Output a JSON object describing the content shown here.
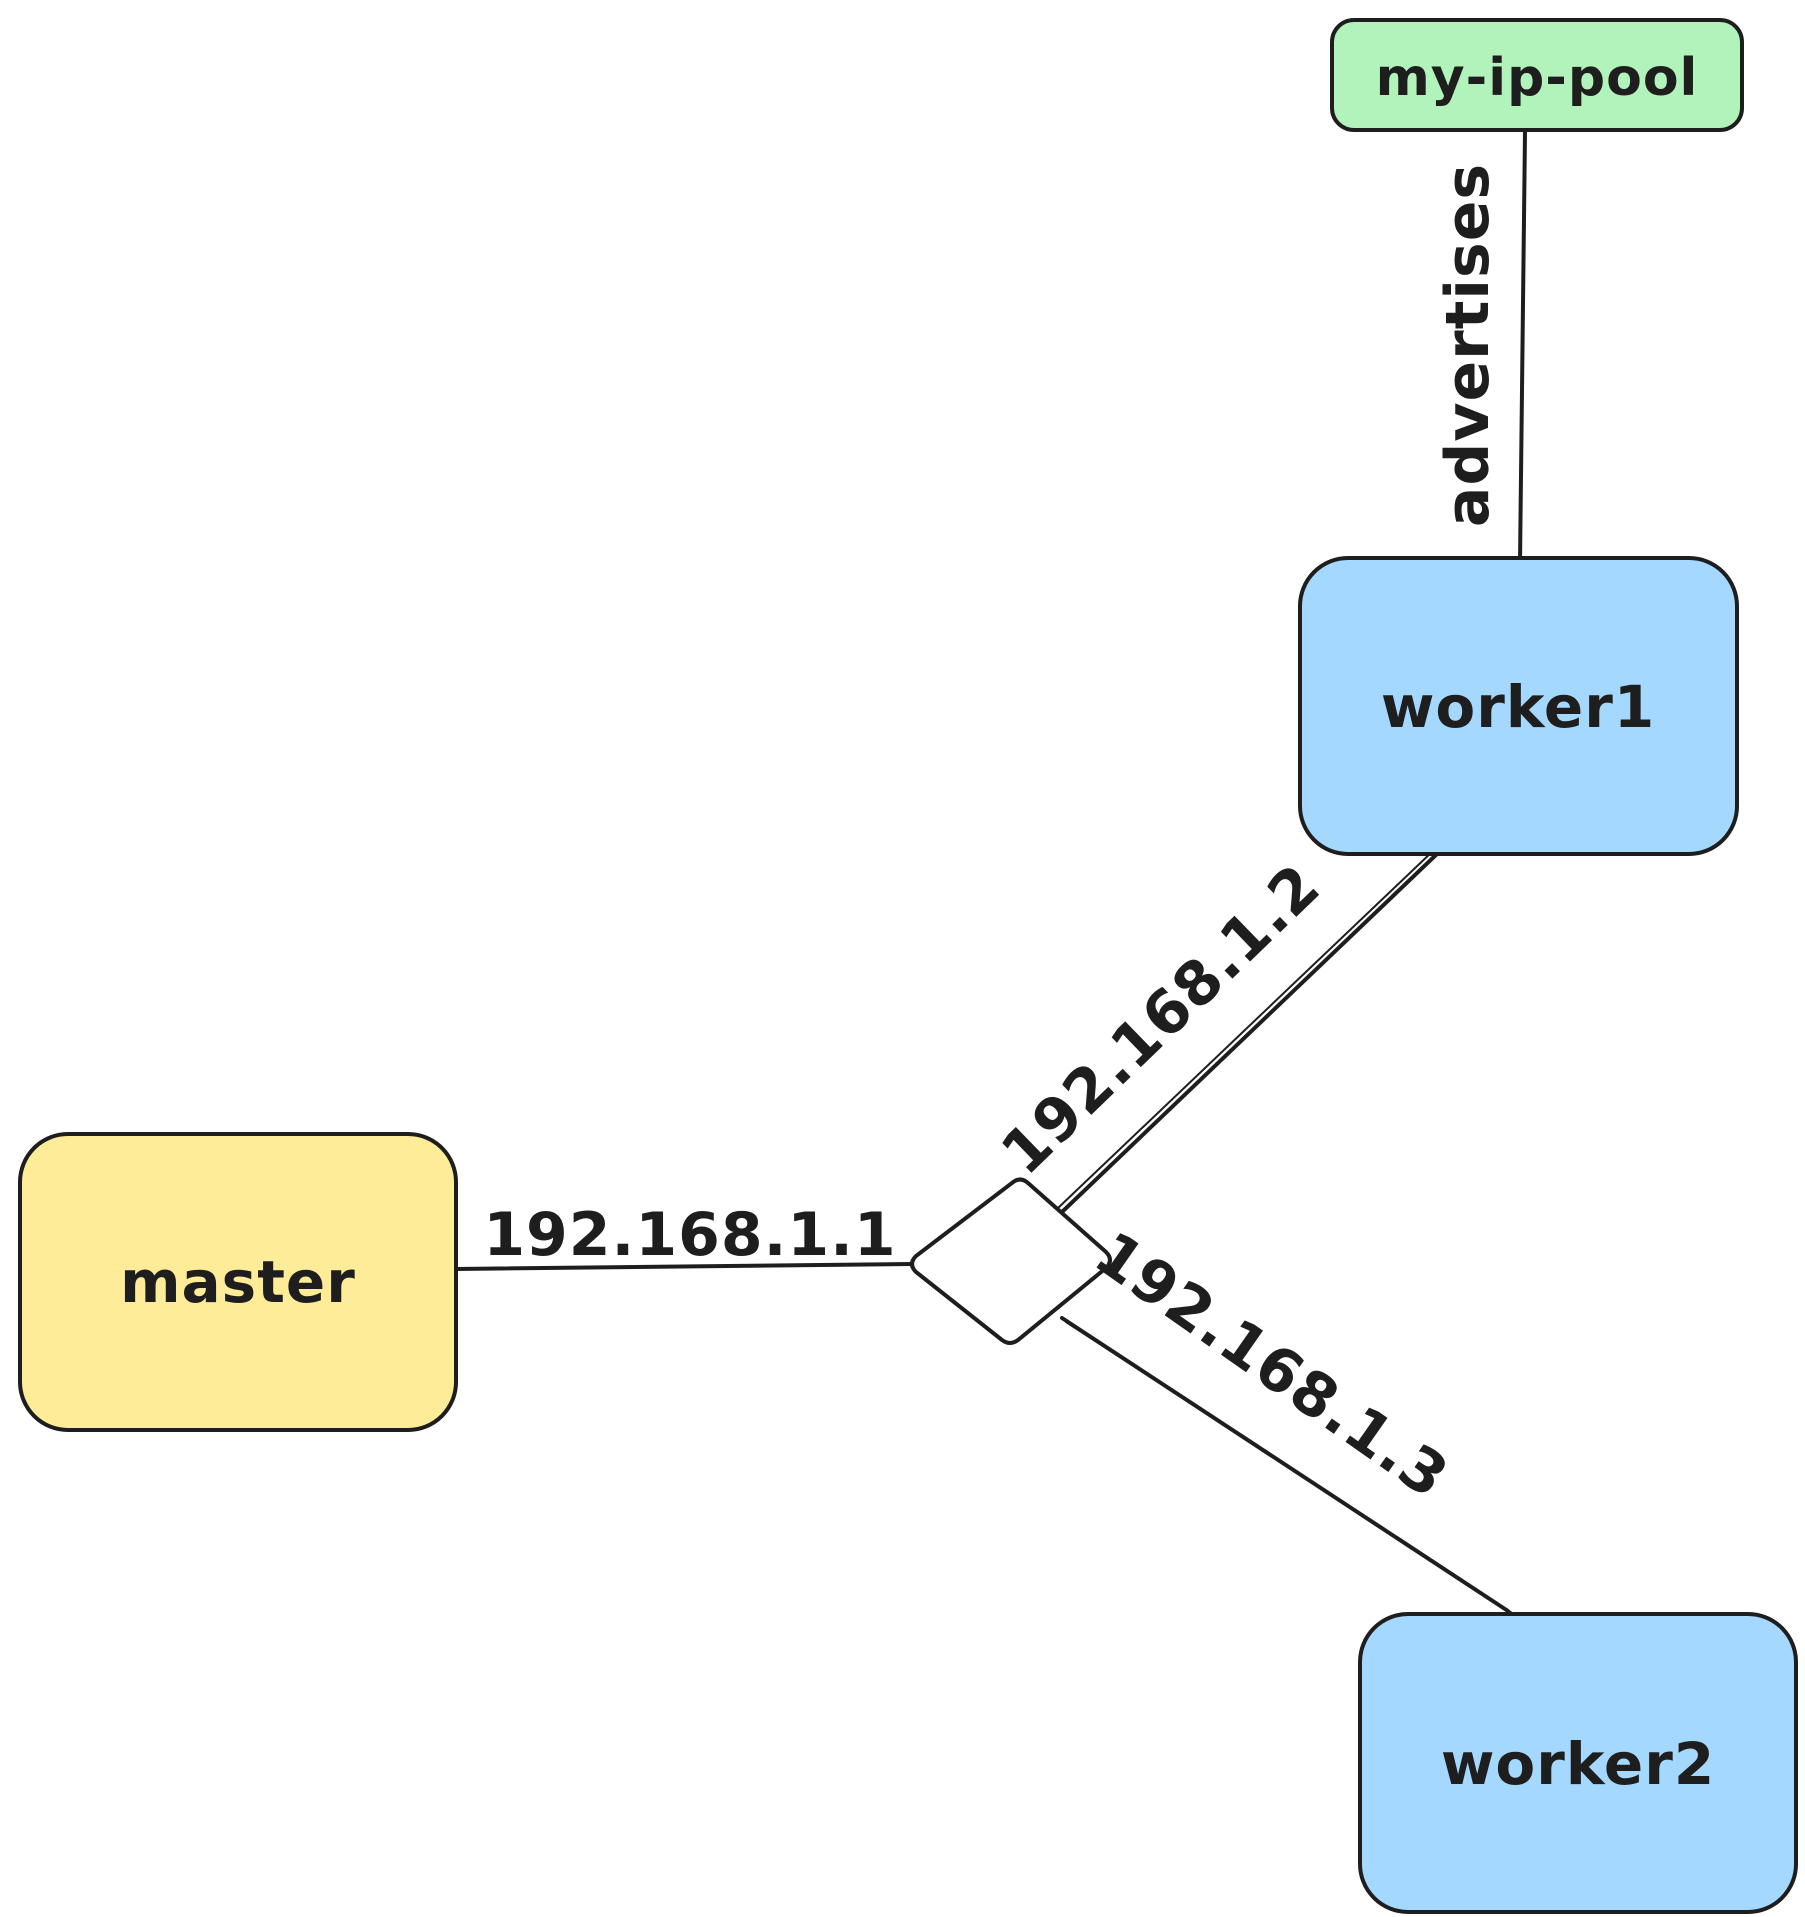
{
  "nodes": {
    "ip_pool": {
      "label": "my-ip-pool",
      "fill": "#b2f2bb"
    },
    "worker1": {
      "label": "worker1",
      "fill": "#a5d8ff"
    },
    "master": {
      "label": "master",
      "fill": "#ffec99"
    },
    "worker2": {
      "label": "worker2",
      "fill": "#a5d8ff"
    },
    "switch": {
      "label": "",
      "fill": "#ffffff"
    }
  },
  "edges": {
    "advertises": {
      "label": "advertises"
    },
    "master_link": {
      "label": "192.168.1.1"
    },
    "worker1_link": {
      "label": "192.168.1.2"
    },
    "worker2_link": {
      "label": "192.168.1.3"
    }
  },
  "colors": {
    "stroke": "#1e1e1e",
    "background": "#ffffff"
  }
}
